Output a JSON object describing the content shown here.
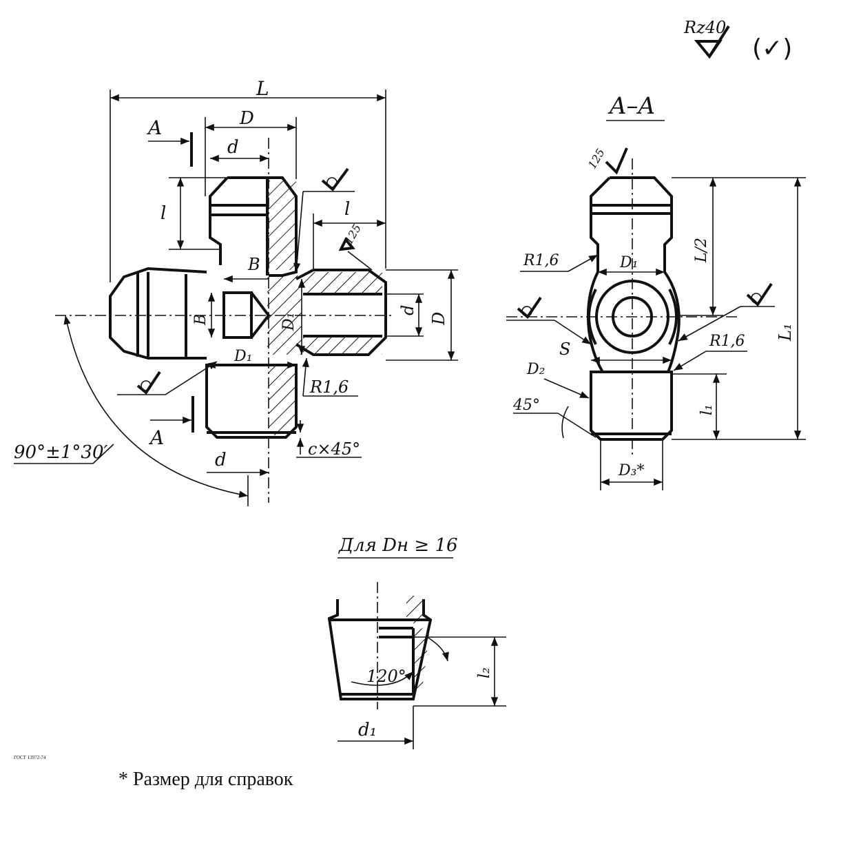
{
  "roughness": {
    "value": "Rz40",
    "note": "(✓)"
  },
  "labels": {
    "L": "L",
    "D": "D",
    "d": "d",
    "l": "l",
    "B": "B",
    "D1": "D₁",
    "A": "A",
    "angle": "90°±1°30′",
    "R16": "R1,6",
    "chamfer": "c×45°",
    "r125": "125",
    "section": "A–A",
    "L2": "L/2",
    "L1": "L₁",
    "S": "S",
    "D2": "D₂",
    "deg45": "45°",
    "l1": "l₁",
    "D3": "D₃*",
    "detail_title": "Для  Dн ≥ 16",
    "deg120": "120°",
    "l2": "l₂",
    "d1": "d₁"
  },
  "stamp": "ГОСТ 13972-74",
  "footnote": "*  Размер для справок"
}
